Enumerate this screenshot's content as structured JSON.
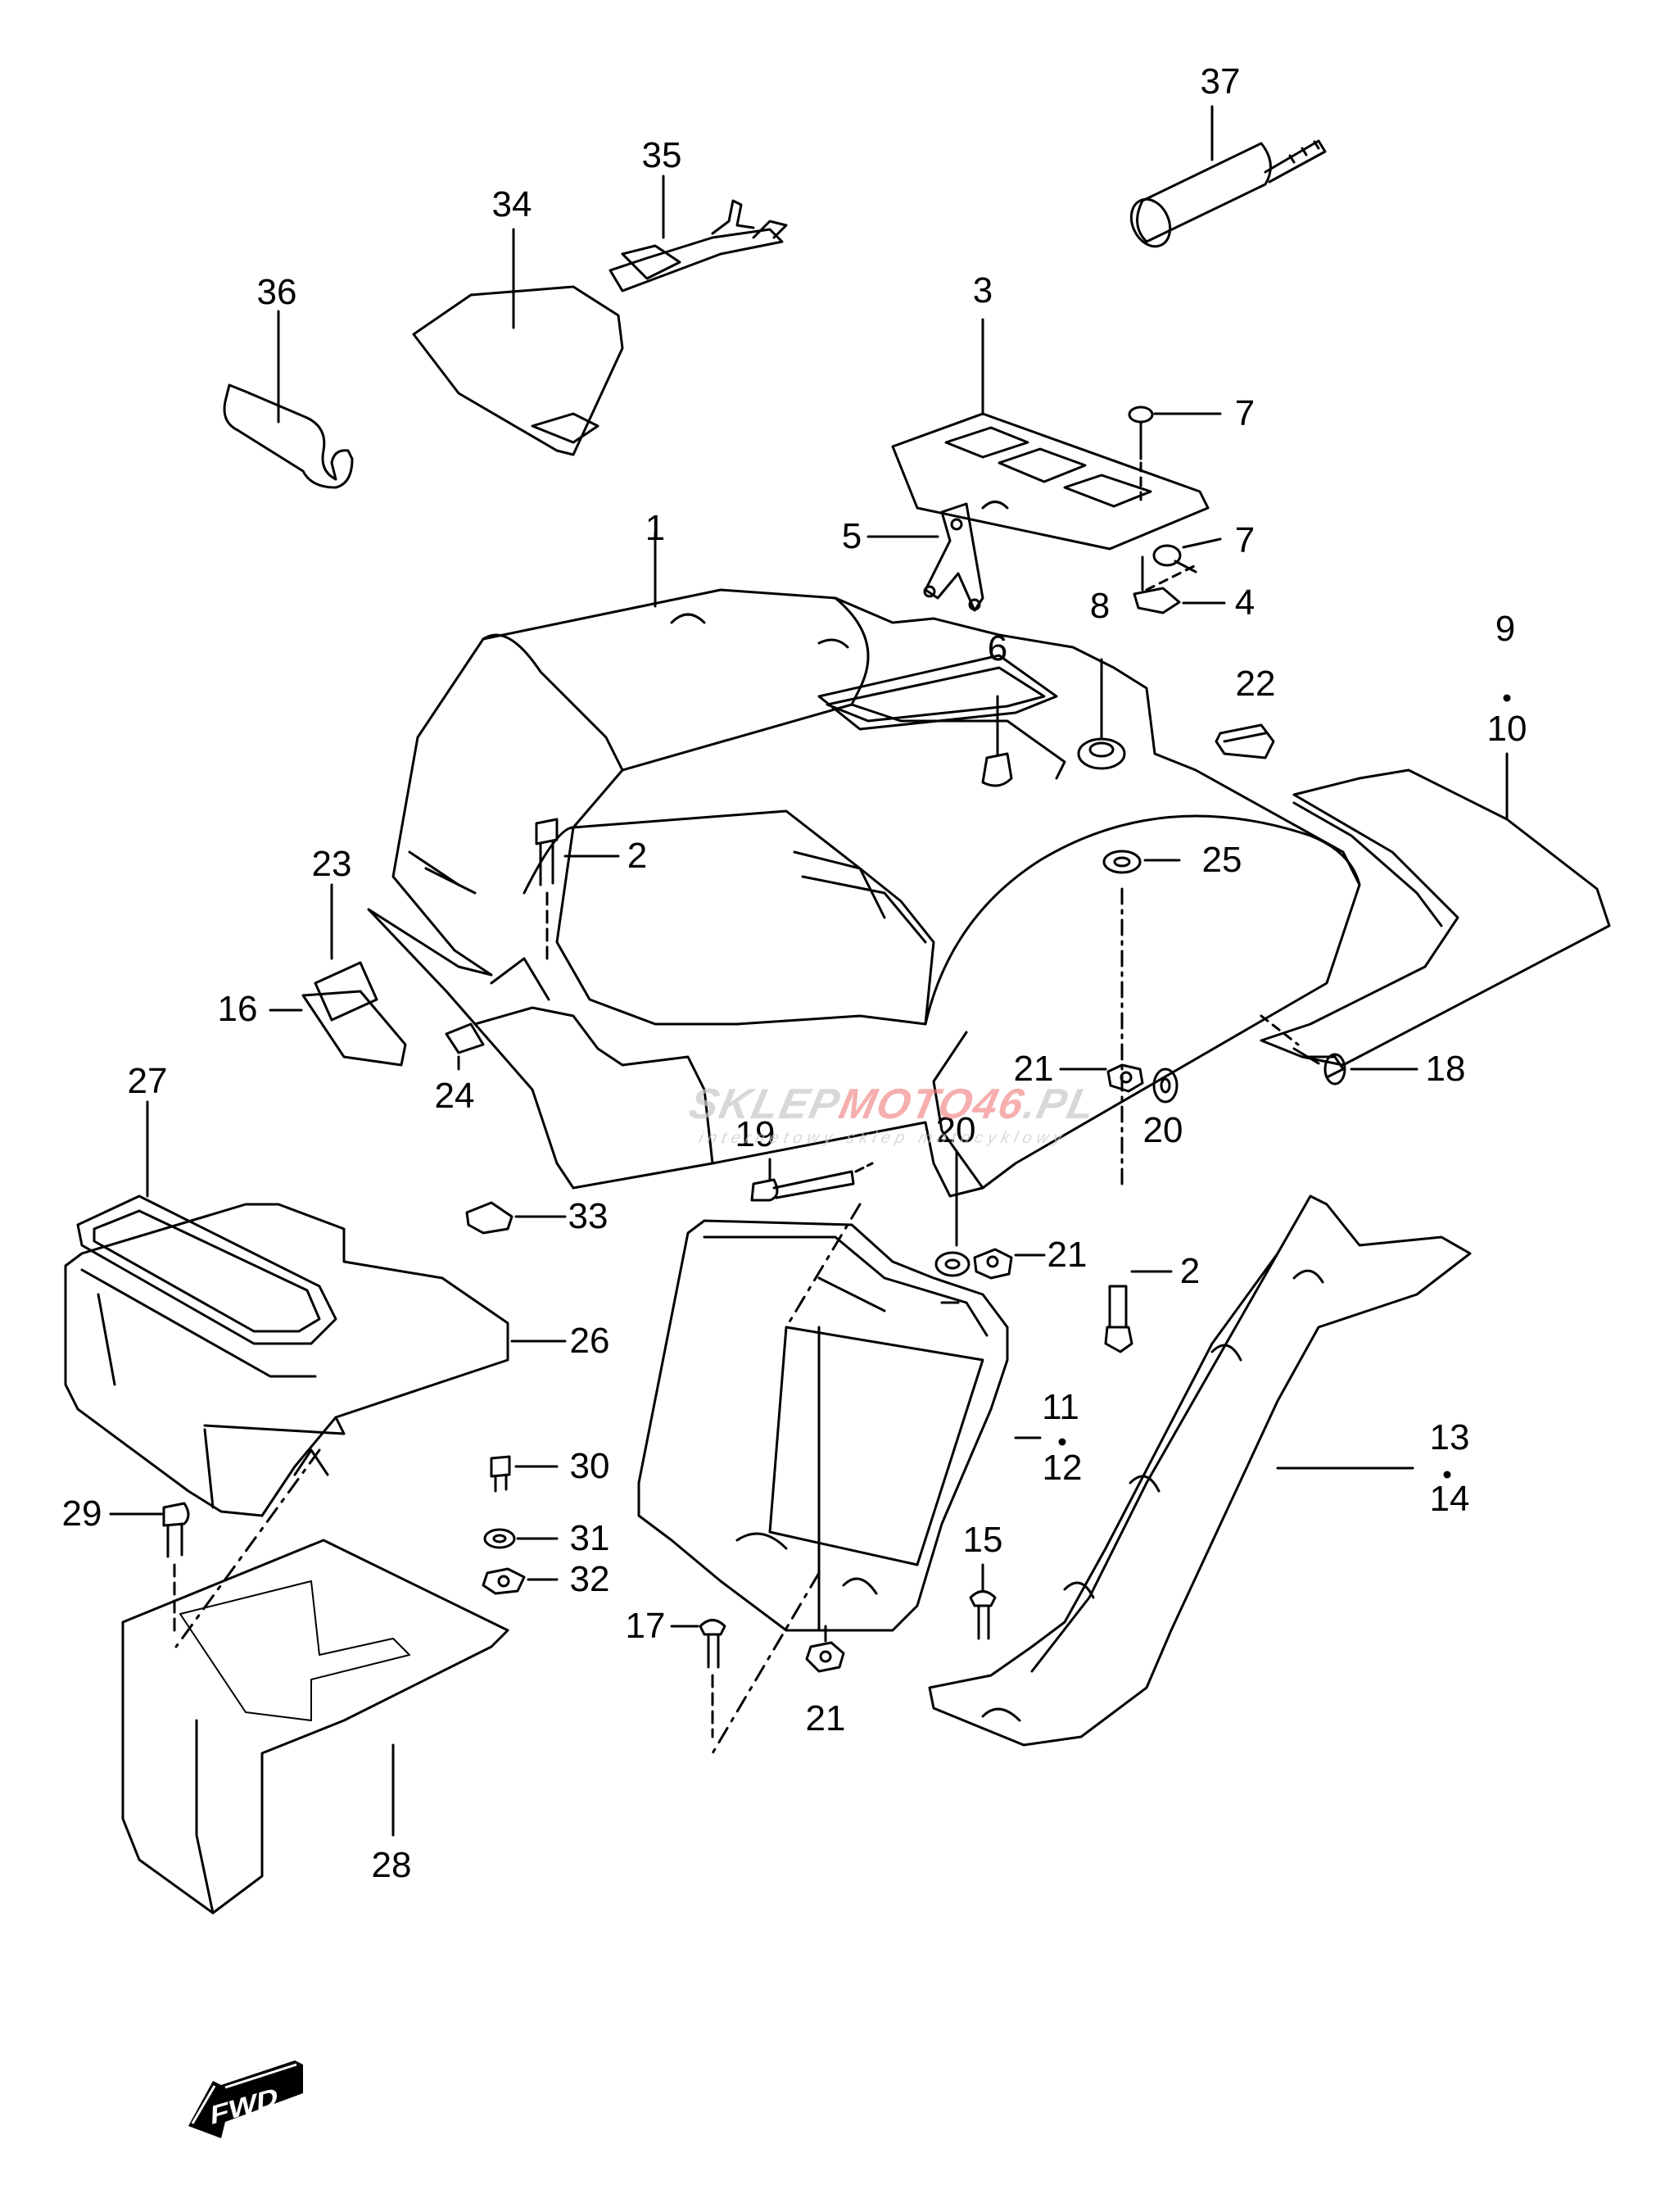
{
  "diagram": {
    "title": "Rear fender exploded parts diagram",
    "callouts": [
      {
        "id": "c37",
        "text": "37"
      },
      {
        "id": "c35",
        "text": "35"
      },
      {
        "id": "c34",
        "text": "34"
      },
      {
        "id": "c36",
        "text": "36"
      },
      {
        "id": "c3",
        "text": "3"
      },
      {
        "id": "c7a",
        "text": "7"
      },
      {
        "id": "c5",
        "text": "5"
      },
      {
        "id": "c7b",
        "text": "7"
      },
      {
        "id": "c1",
        "text": "1"
      },
      {
        "id": "c4",
        "text": "4"
      },
      {
        "id": "c8",
        "text": "8"
      },
      {
        "id": "c6",
        "text": "6"
      },
      {
        "id": "c22",
        "text": "22"
      },
      {
        "id": "c9",
        "text": "9"
      },
      {
        "id": "c10",
        "text": "10"
      },
      {
        "id": "c2a",
        "text": "2"
      },
      {
        "id": "c25",
        "text": "25"
      },
      {
        "id": "c23",
        "text": "23"
      },
      {
        "id": "c16",
        "text": "16"
      },
      {
        "id": "c24",
        "text": "24"
      },
      {
        "id": "c21a",
        "text": "21"
      },
      {
        "id": "c18",
        "text": "18"
      },
      {
        "id": "c19",
        "text": "19"
      },
      {
        "id": "c20a",
        "text": "20"
      },
      {
        "id": "c20b",
        "text": "20"
      },
      {
        "id": "c27",
        "text": "27"
      },
      {
        "id": "c33",
        "text": "33"
      },
      {
        "id": "c21b",
        "text": "21"
      },
      {
        "id": "c2b",
        "text": "2"
      },
      {
        "id": "c26",
        "text": "26"
      },
      {
        "id": "c11",
        "text": "11"
      },
      {
        "id": "c12",
        "text": "12"
      },
      {
        "id": "c13",
        "text": "13"
      },
      {
        "id": "c14",
        "text": "14"
      },
      {
        "id": "c30",
        "text": "30"
      },
      {
        "id": "c29",
        "text": "29"
      },
      {
        "id": "c31",
        "text": "31"
      },
      {
        "id": "c32",
        "text": "32"
      },
      {
        "id": "c15",
        "text": "15"
      },
      {
        "id": "c17",
        "text": "17"
      },
      {
        "id": "c21c",
        "text": "21"
      },
      {
        "id": "c28",
        "text": "28"
      }
    ],
    "watermark": {
      "brand_part1": "SKLEP",
      "brand_part2": "MOTO",
      "brand_part3": "46",
      "brand_part4": ".PL",
      "tagline": "internetowy sklep motocyklowy"
    },
    "direction_marker": "FWD"
  }
}
